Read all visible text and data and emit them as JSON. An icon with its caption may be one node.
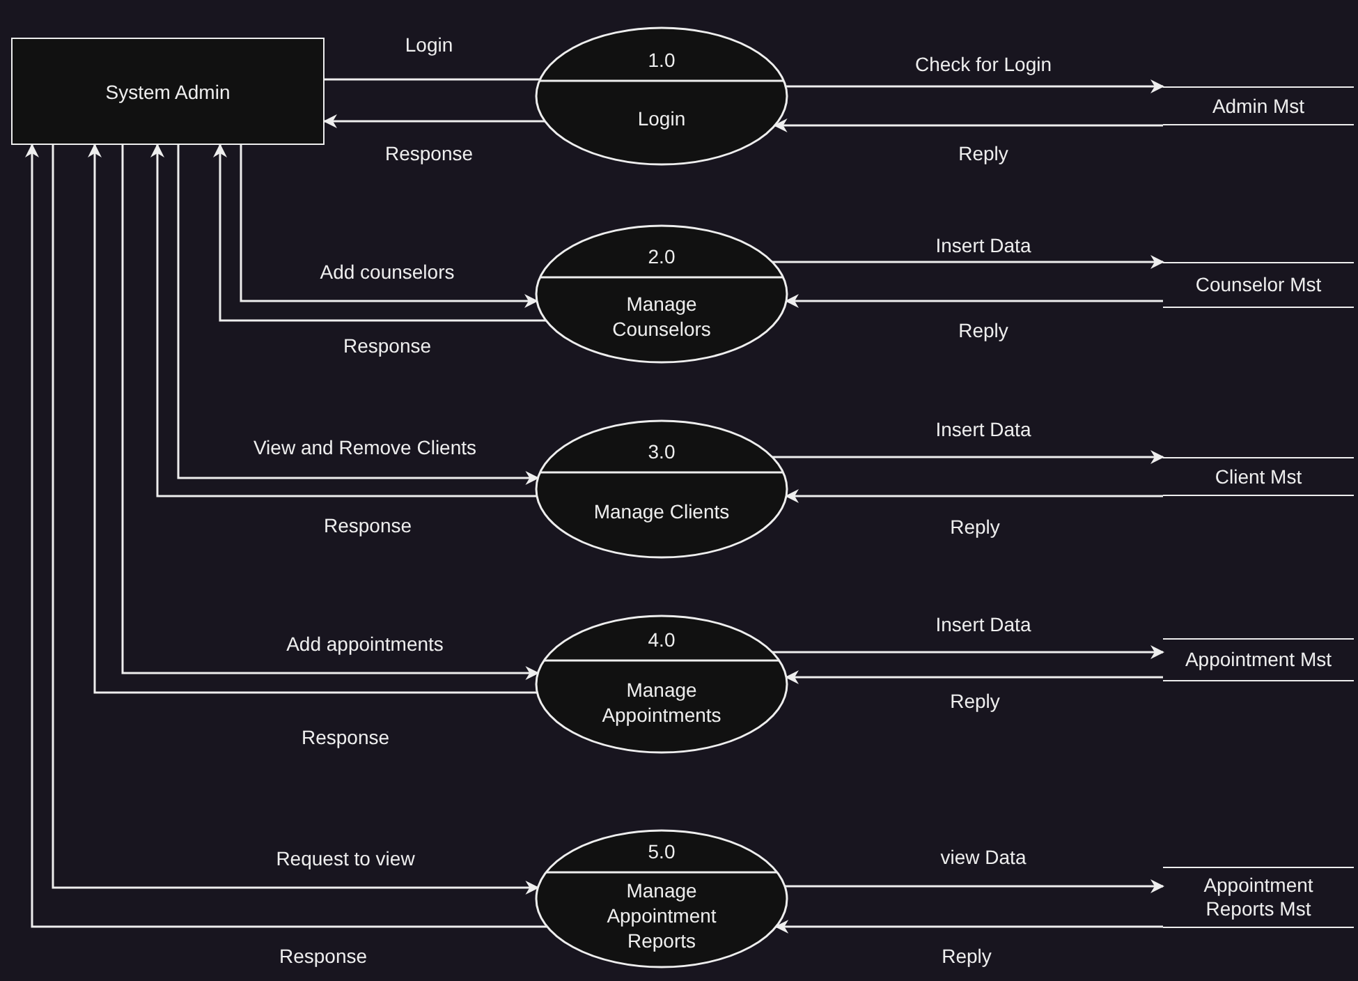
{
  "diagram": {
    "nodes": [
      {
        "text": [
          "System Admin"
        ]
      },
      {
        "text": [
          "1.0",
          "Login"
        ]
      },
      {
        "text": [
          "2.0",
          "Manage Counselors"
        ]
      },
      {
        "text": [
          "3.0",
          "Manage Clients"
        ]
      },
      {
        "text": [
          "4.0",
          "Manage Appointments"
        ]
      },
      {
        "text": [
          "5.0",
          "Manage Appointment Reports"
        ]
      },
      {
        "text": [
          "Admin Mst"
        ]
      },
      {
        "text": [
          "Counselor Mst"
        ]
      },
      {
        "text": [
          "Client Mst"
        ]
      },
      {
        "text": [
          "Appointment Mst"
        ]
      },
      {
        "text": [
          "Appointment Reports Mst"
        ]
      }
    ],
    "edges": [
      {
        "from": 0,
        "to": 1,
        "arrow": "none",
        "label": "Login"
      },
      {
        "from": 1,
        "to": 0,
        "arrow": "to",
        "label": "Response"
      },
      {
        "from": 0,
        "to": 2,
        "arrow": "to",
        "label": "Add counselors"
      },
      {
        "from": 2,
        "to": 0,
        "arrow": "to",
        "label": "Response"
      },
      {
        "from": 0,
        "to": 3,
        "arrow": "to",
        "label": "View and Remove Clients"
      },
      {
        "from": 3,
        "to": 0,
        "arrow": "to",
        "label": "Response"
      },
      {
        "from": 0,
        "to": 4,
        "arrow": "to",
        "label": "Add appointments"
      },
      {
        "from": 4,
        "to": 0,
        "arrow": "to",
        "label": "Response"
      },
      {
        "from": 0,
        "to": 5,
        "arrow": "to",
        "label": "Request to view"
      },
      {
        "from": 5,
        "to": 0,
        "arrow": "to",
        "label": "Response"
      },
      {
        "from": 1,
        "to": 6,
        "arrow": "to",
        "label": "Check for Login"
      },
      {
        "from": 6,
        "to": 1,
        "arrow": "to",
        "label": "Reply"
      },
      {
        "from": 2,
        "to": 7,
        "arrow": "to",
        "label": "Insert Data"
      },
      {
        "from": 7,
        "to": 2,
        "arrow": "to",
        "label": "Reply"
      },
      {
        "from": 3,
        "to": 8,
        "arrow": "to",
        "label": "Insert Data"
      },
      {
        "from": 8,
        "to": 3,
        "arrow": "to",
        "label": "Reply"
      },
      {
        "from": 4,
        "to": 9,
        "arrow": "to",
        "label": "Insert Data"
      },
      {
        "from": 9,
        "to": 4,
        "arrow": "to",
        "label": "Reply"
      },
      {
        "from": 5,
        "to": 10,
        "arrow": "to",
        "label": "view Data"
      },
      {
        "from": 10,
        "to": 5,
        "arrow": "to",
        "label": "Reply"
      }
    ]
  }
}
